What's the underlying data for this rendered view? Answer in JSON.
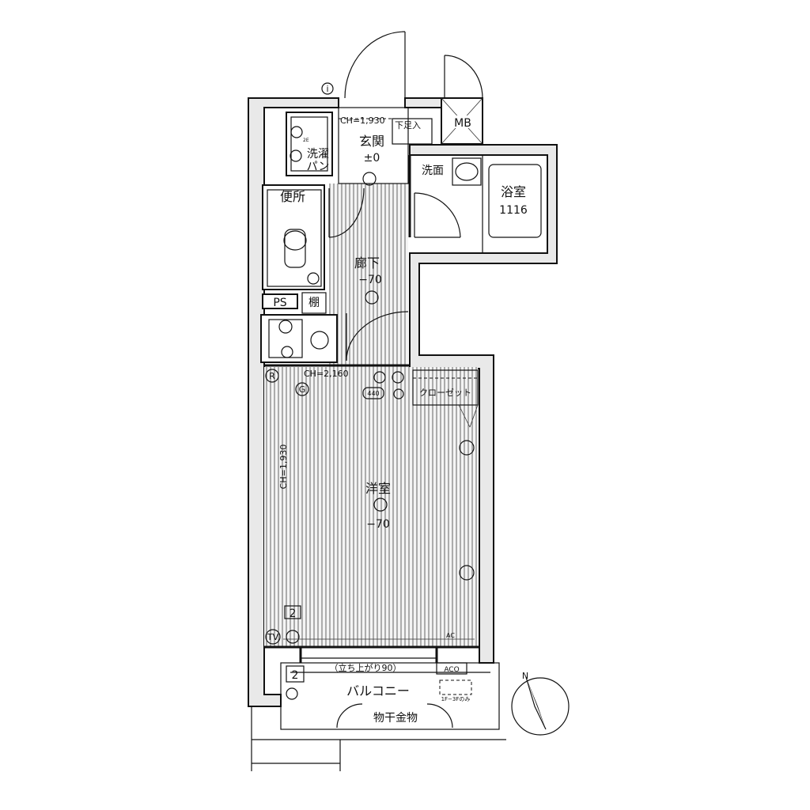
{
  "rooms": {
    "entrance": {
      "name": "玄関",
      "level": "±0"
    },
    "shoe_storage": "下足入",
    "meter_box": "MB",
    "washroom": "洗面",
    "bathroom": {
      "name": "浴室",
      "size": "1116"
    },
    "toilet": "便所",
    "laundry": {
      "line1": "洗濯",
      "line2": "パン"
    },
    "hallway": {
      "name": "廊下",
      "level": "−70"
    },
    "pipe_space": "PS",
    "shelf": "棚",
    "closet": "クローゼット",
    "western_room": {
      "name": "洋室",
      "level": "−70"
    },
    "balcony": "バルコニー",
    "drying_hardware": "物干金物"
  },
  "annotations": {
    "ceiling_entrance": "CH=1,930",
    "ceiling_room": "CH=2,160",
    "ceiling_side": "CH=1,930",
    "step_note": "（立ち上がり90）",
    "ac_label": "ACO",
    "floor_note": "1F−3Fのみ",
    "code_440": "440",
    "window_tag_upper": "2",
    "window_tag_lower": "2",
    "marker_i": "i",
    "marker_r": "R",
    "marker_g": "G",
    "marker_tv": "TV",
    "marker_ac": "AC",
    "marker_2e": "2E",
    "compass_north": "N"
  }
}
